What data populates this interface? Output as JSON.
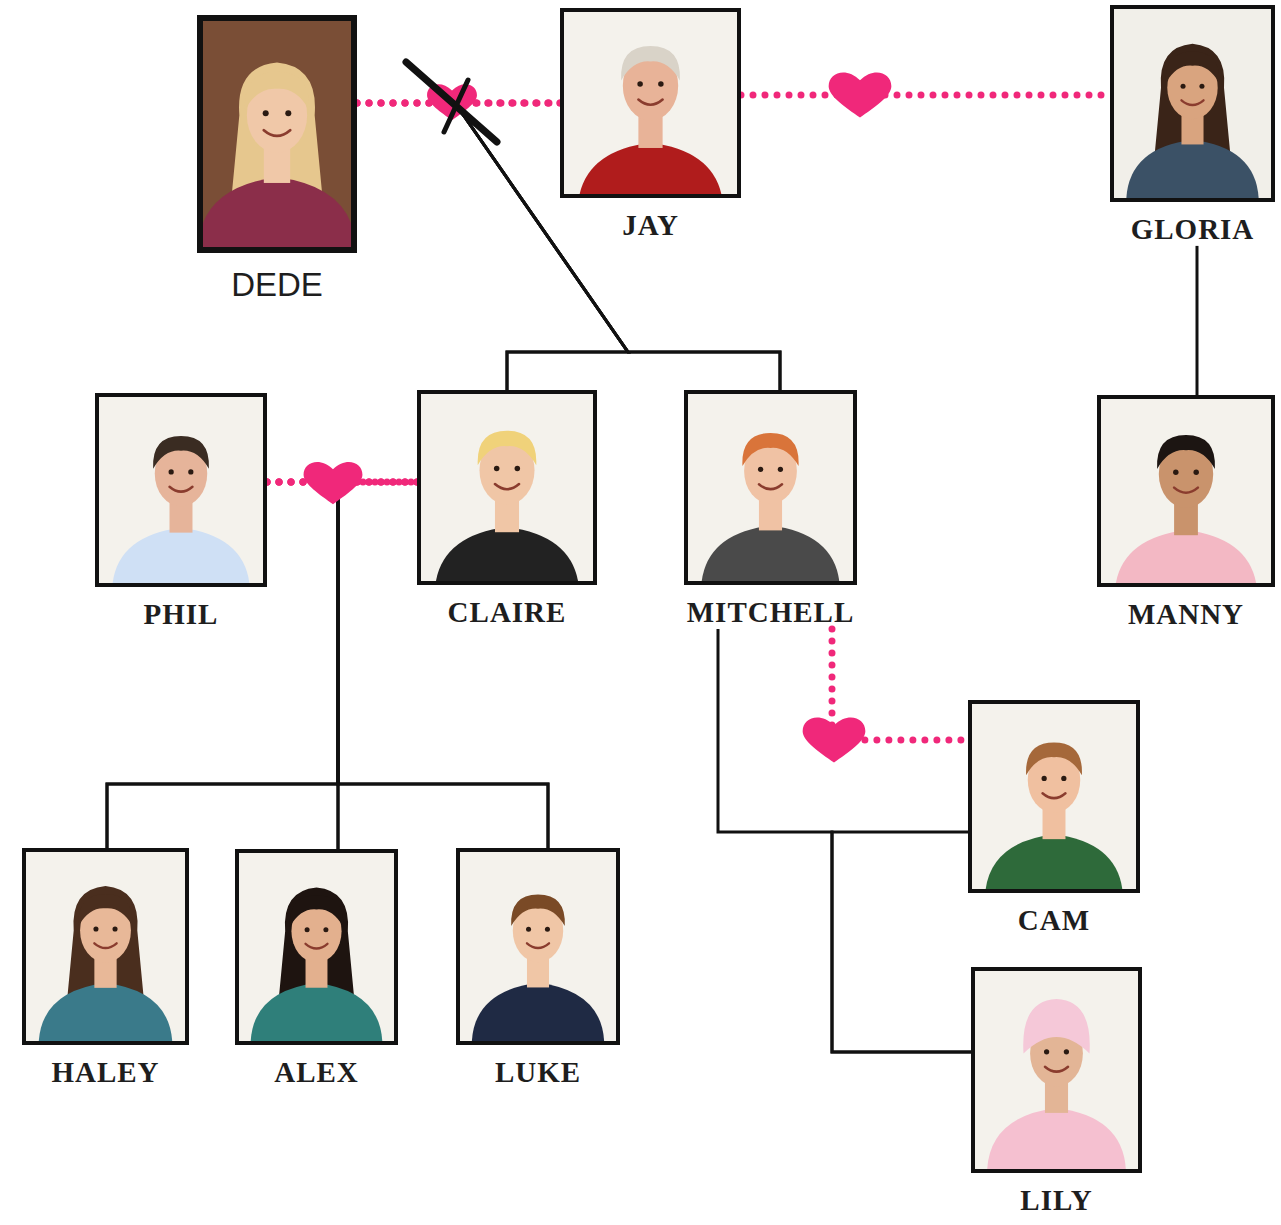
{
  "diagram": {
    "nodes": [
      {
        "text": [
          "DEDE"
        ]
      },
      {
        "text": [
          "JAY"
        ]
      },
      {
        "text": [
          "GLORIA"
        ]
      },
      {
        "text": [
          "PHIL"
        ]
      },
      {
        "text": [
          "CLAIRE"
        ]
      },
      {
        "text": [
          "MITCHELL"
        ]
      },
      {
        "text": [
          "MANNY"
        ]
      },
      {
        "text": [
          "CAM"
        ]
      },
      {
        "text": [
          "HALEY"
        ]
      },
      {
        "text": [
          "ALEX"
        ]
      },
      {
        "text": [
          "LUKE"
        ]
      },
      {
        "text": [
          "LILY"
        ]
      }
    ],
    "edges": [
      {
        "from": 0,
        "to": 1,
        "arrow": "none"
      },
      {
        "from": 1,
        "to": 2,
        "arrow": "none"
      },
      {
        "from": 0,
        "to": 4,
        "arrow": "none"
      },
      {
        "from": 0,
        "to": 5,
        "arrow": "none"
      },
      {
        "from": 1,
        "to": 4,
        "arrow": "none"
      },
      {
        "from": 1,
        "to": 5,
        "arrow": "none"
      },
      {
        "from": 2,
        "to": 6,
        "arrow": "none"
      },
      {
        "from": 3,
        "to": 4,
        "arrow": "none"
      },
      {
        "from": 3,
        "to": 8,
        "arrow": "none"
      },
      {
        "from": 3,
        "to": 9,
        "arrow": "none"
      },
      {
        "from": 3,
        "to": 10,
        "arrow": "none"
      },
      {
        "from": 4,
        "to": 8,
        "arrow": "none"
      },
      {
        "from": 4,
        "to": 9,
        "arrow": "none"
      },
      {
        "from": 4,
        "to": 10,
        "arrow": "none"
      },
      {
        "from": 5,
        "to": 7,
        "arrow": "none"
      },
      {
        "from": 5,
        "to": 11,
        "arrow": "none"
      },
      {
        "from": 7,
        "to": 11,
        "arrow": "none"
      }
    ]
  }
}
